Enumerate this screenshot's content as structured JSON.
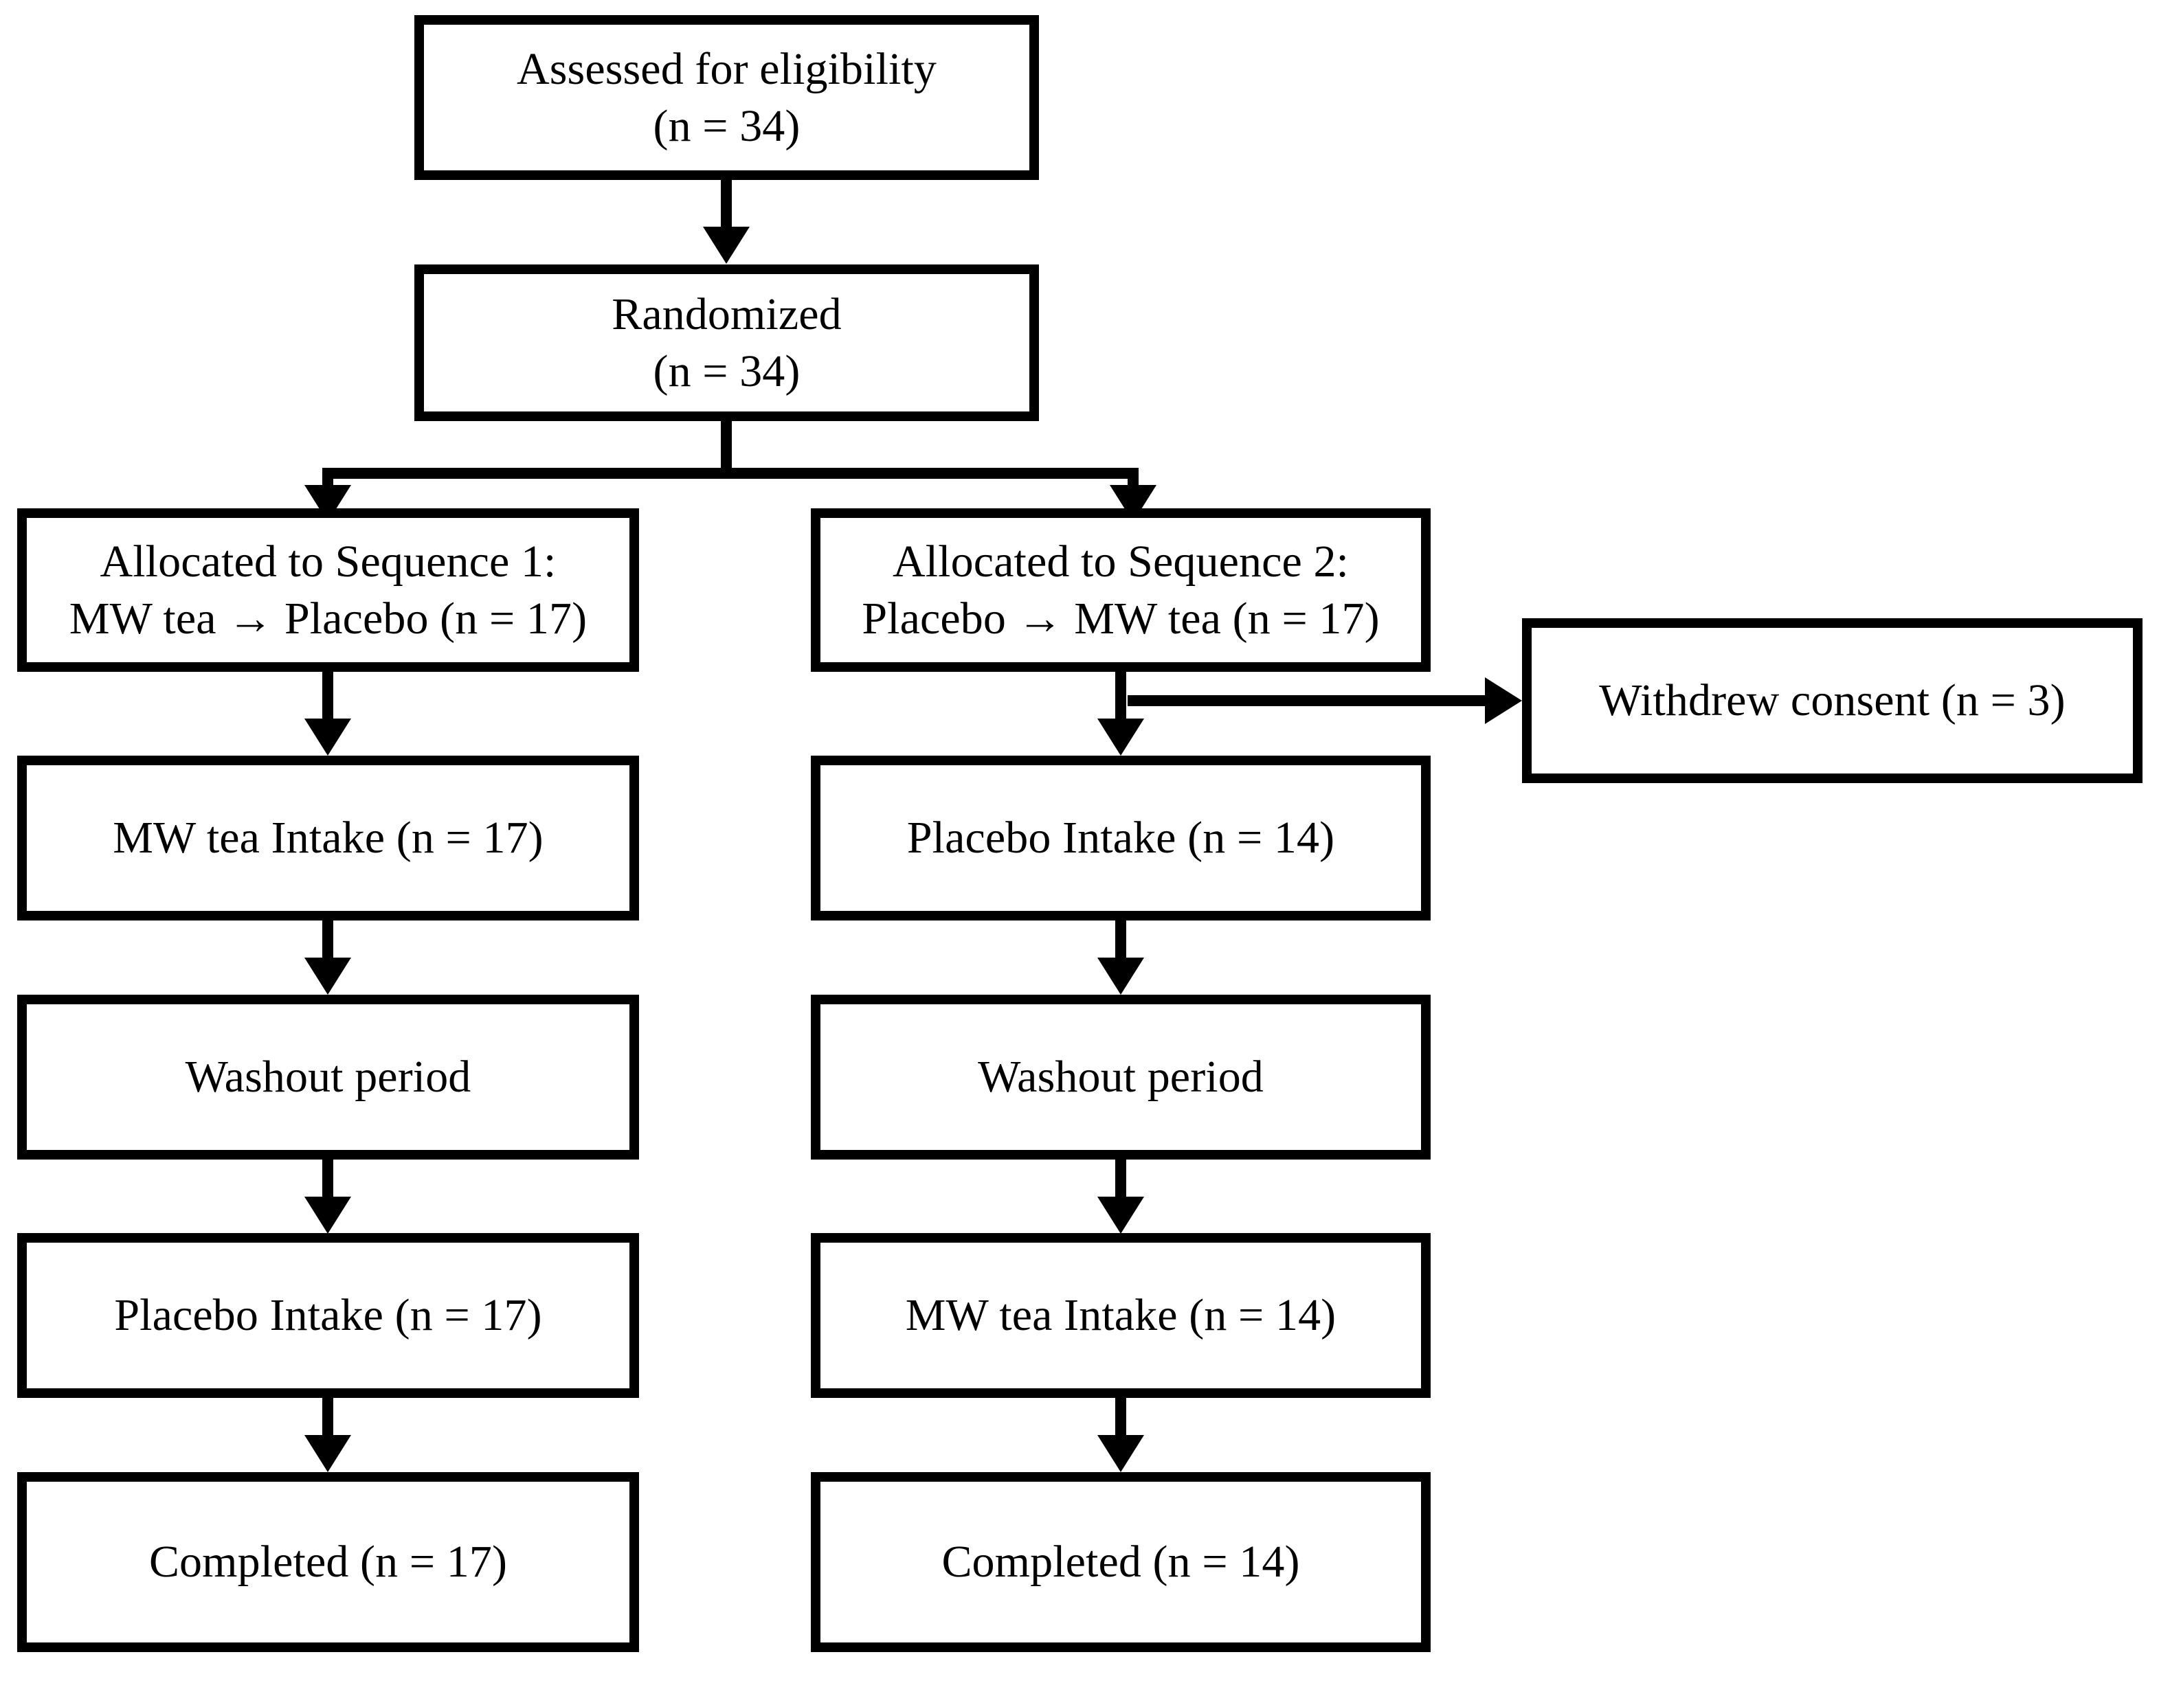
{
  "diagram": {
    "title": "CONSORT participant flow diagram",
    "type": "flowchart",
    "ink_color": "#000000",
    "background_color": "#ffffff",
    "nodes": {
      "assessed": {
        "label": "Assessed for eligibility\n(n = 34)",
        "n": 34
      },
      "randomized": {
        "label": "Randomized\n(n = 34)",
        "n": 34
      },
      "alloc1": {
        "label": "Allocated to Sequence 1:\nMW tea → Placebo (n = 17)",
        "n": 17
      },
      "alloc2": {
        "label": "Allocated to Sequence 2:\nPlacebo → MW tea (n = 17)",
        "n": 17
      },
      "withdrew": {
        "label": "Withdrew consent (n = 3)",
        "n": 3
      },
      "intake1": {
        "label": "MW tea Intake (n = 17)",
        "n": 17
      },
      "intake2": {
        "label": "Placebo Intake (n = 14)",
        "n": 14
      },
      "washout1": {
        "label": "Washout period"
      },
      "washout2": {
        "label": "Washout period"
      },
      "second1": {
        "label": "Placebo Intake (n = 17)",
        "n": 17
      },
      "second2": {
        "label": "MW tea Intake (n = 14)",
        "n": 14
      },
      "completed1": {
        "label": "Completed (n = 17)",
        "n": 17
      },
      "completed2": {
        "label": "Completed (n = 14)",
        "n": 14
      }
    },
    "edges": [
      {
        "from": "assessed",
        "to": "randomized",
        "kind": "arrow-down"
      },
      {
        "from": "randomized",
        "to": "alloc1",
        "kind": "split-arrow-down"
      },
      {
        "from": "randomized",
        "to": "alloc2",
        "kind": "split-arrow-down"
      },
      {
        "from": "alloc1",
        "to": "intake1",
        "kind": "arrow-down"
      },
      {
        "from": "alloc2",
        "to": "intake2",
        "kind": "arrow-down"
      },
      {
        "from": "alloc2",
        "to": "withdrew",
        "kind": "arrow-right"
      },
      {
        "from": "intake1",
        "to": "washout1",
        "kind": "arrow-down"
      },
      {
        "from": "intake2",
        "to": "washout2",
        "kind": "arrow-down"
      },
      {
        "from": "washout1",
        "to": "second1",
        "kind": "arrow-down"
      },
      {
        "from": "washout2",
        "to": "second2",
        "kind": "arrow-down"
      },
      {
        "from": "second1",
        "to": "completed1",
        "kind": "arrow-down"
      },
      {
        "from": "second2",
        "to": "completed2",
        "kind": "arrow-down"
      }
    ]
  }
}
